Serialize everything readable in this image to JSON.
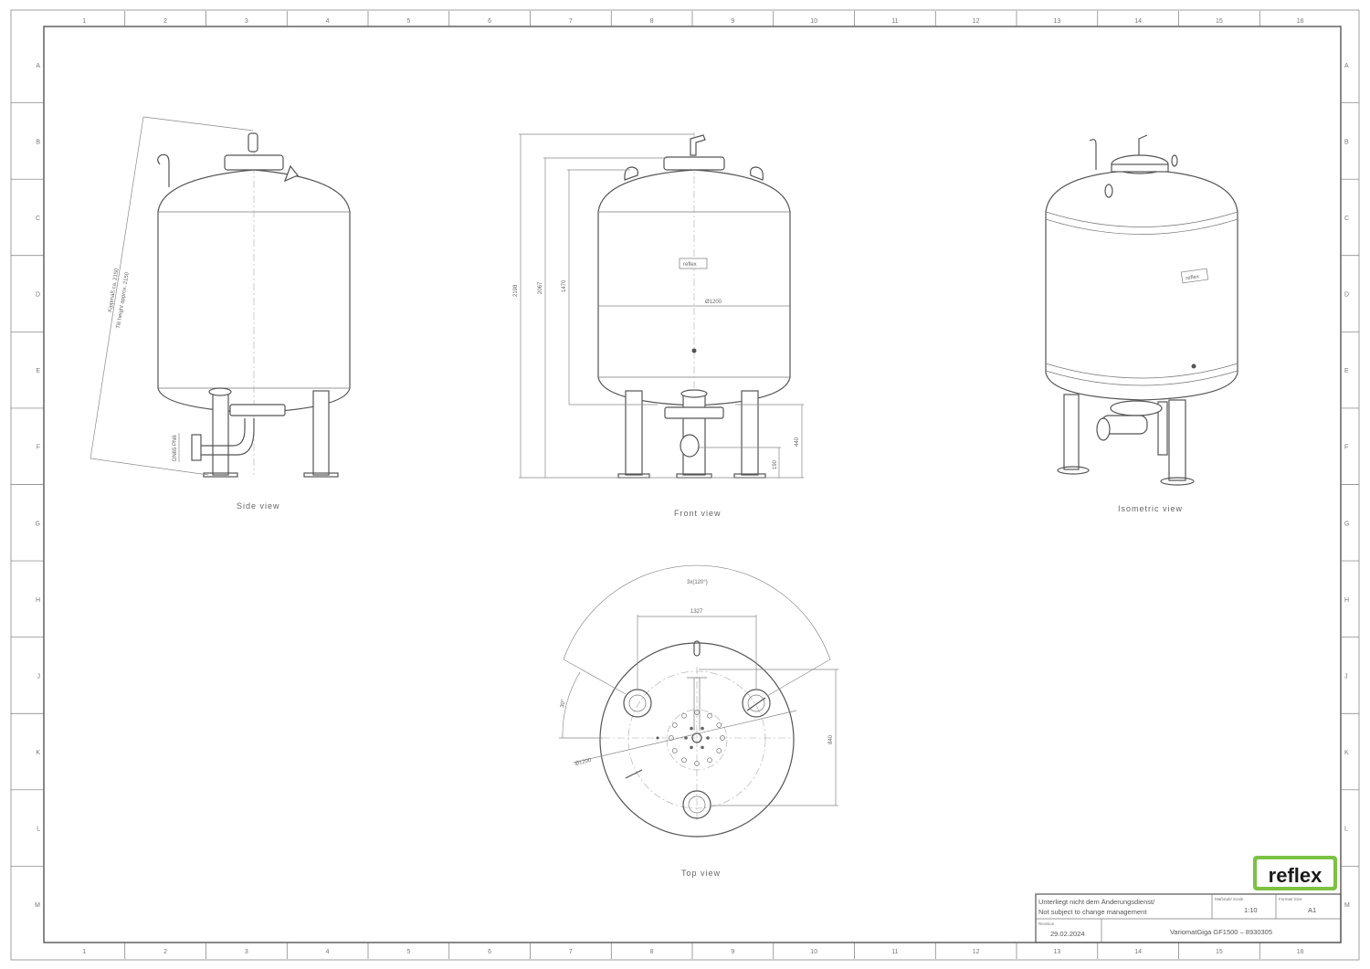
{
  "frame": {
    "columns": [
      "1",
      "2",
      "3",
      "4",
      "5",
      "6",
      "7",
      "8",
      "9",
      "10",
      "11",
      "12",
      "13",
      "14",
      "15",
      "16"
    ],
    "rows": [
      "A",
      "B",
      "C",
      "D",
      "E",
      "F",
      "G",
      "H",
      "J",
      "K",
      "L",
      "M"
    ]
  },
  "views": {
    "side": {
      "label": "Side view",
      "tilt_de": "Kippmaß ca. 2150",
      "tilt_en": "Tilt height approx. 2150",
      "pipe_dim": "DN65 PN6"
    },
    "front": {
      "label": "Front view",
      "dims": [
        "2198",
        "2067",
        "1470",
        "Ø1200",
        "440",
        "190"
      ],
      "nameplate": "reflex"
    },
    "isometric": {
      "label": "Isometric view",
      "nameplate": "reflex"
    },
    "top": {
      "label": "Top view",
      "dims": [
        "3x(120°)",
        "1327",
        "30°",
        "Ø1200",
        "840"
      ]
    }
  },
  "logo": {
    "text": "reflex",
    "color": "#7dc243"
  },
  "title_block": {
    "note_de": "Unterliegt nicht dem Änderungsdienst/",
    "note_en": "Not subject to change management",
    "scale_label": "Maßstab/ Scale",
    "scale": "1:10",
    "format_label": "Format/ Size",
    "format": "A1",
    "revision_label": "Revision",
    "revision": "29.02.2024",
    "title": "VariomatGiga GF1500 – 8930305"
  }
}
